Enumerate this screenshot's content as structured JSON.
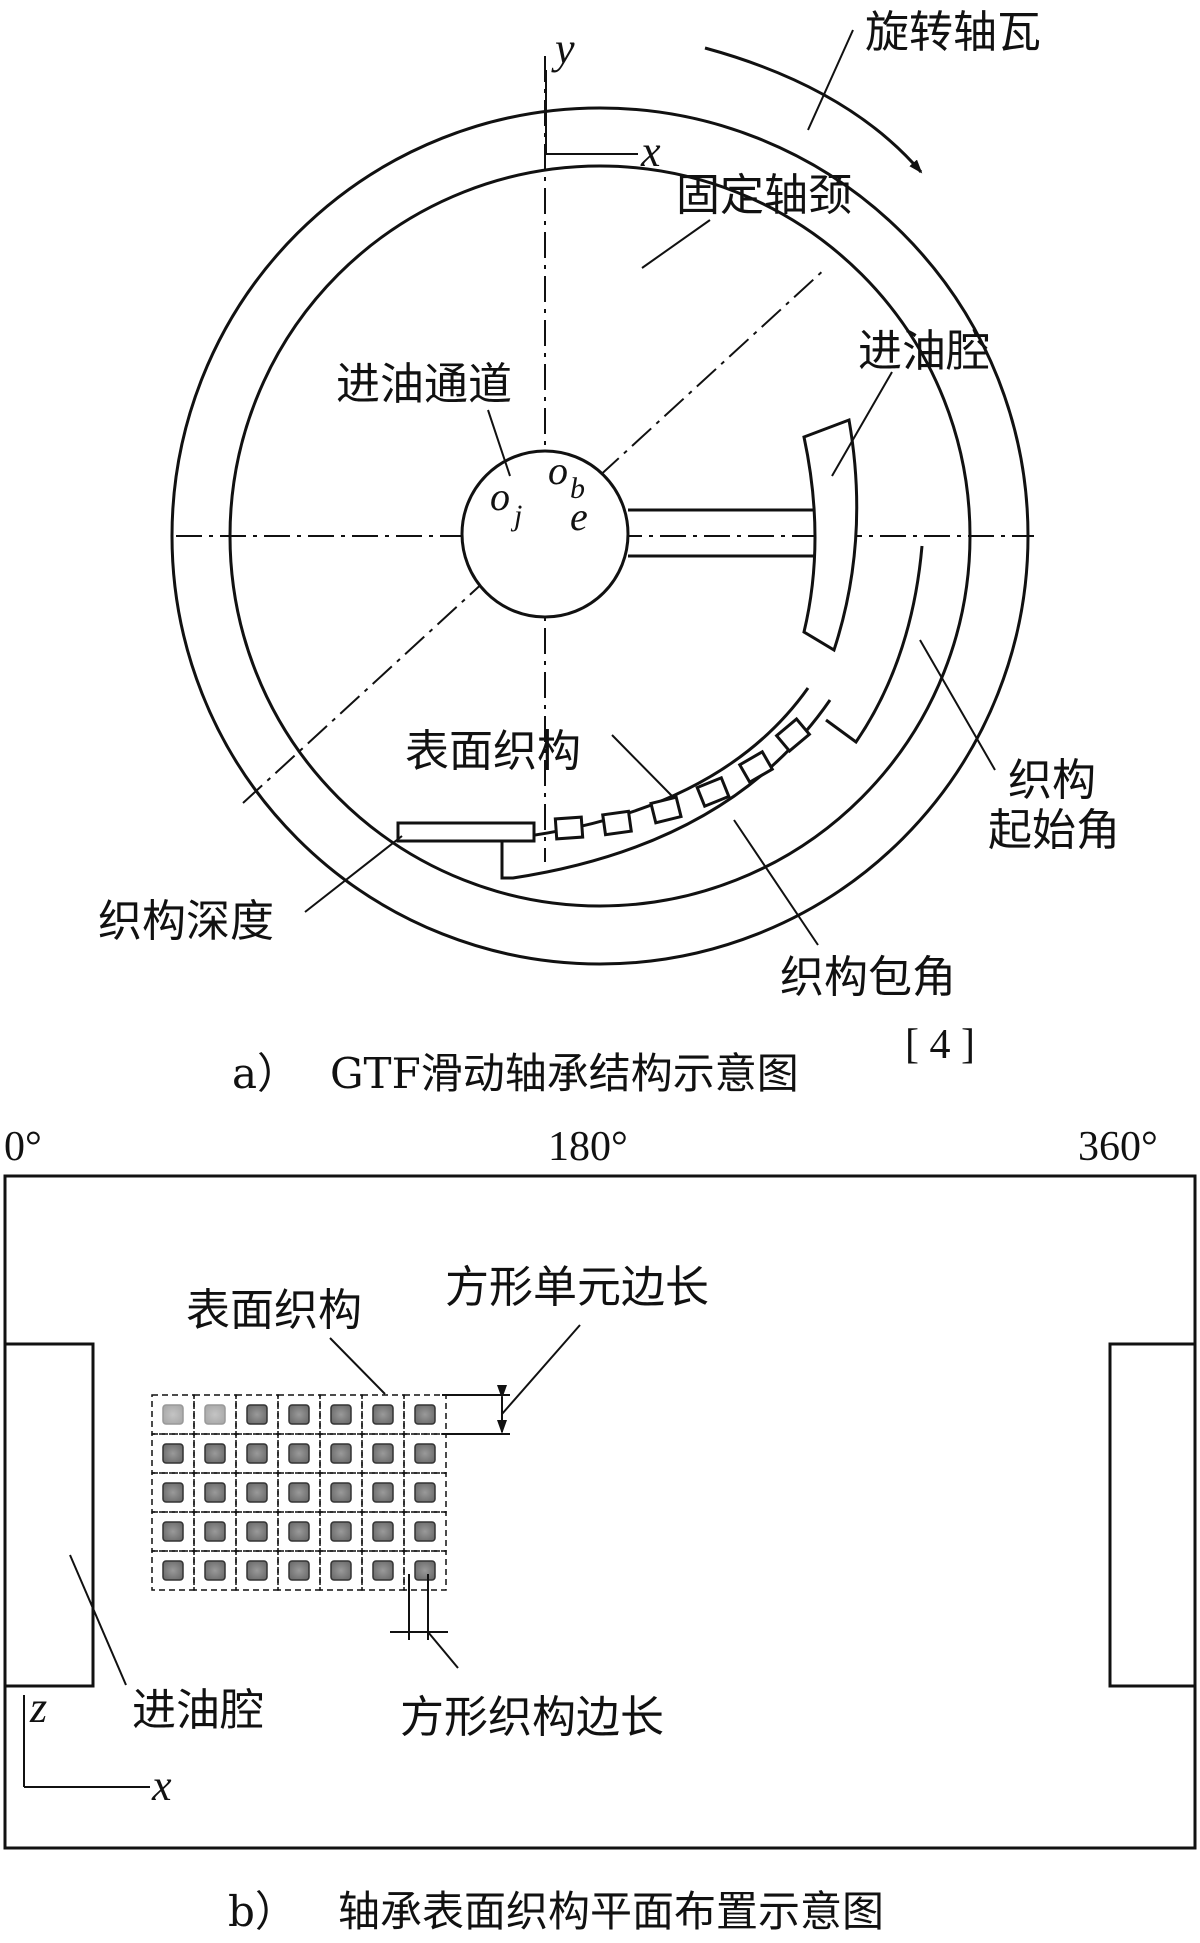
{
  "part_a": {
    "labels": {
      "rotating_bearing": "旋转轴瓦",
      "fixed_journal": "固定轴颈",
      "oil_chamber": "进油腔",
      "oil_channel": "进油通道",
      "surface_texture": "表面织构",
      "texture_start_angle_line1": "织构",
      "texture_start_angle_line2": "起始角",
      "texture_depth": "织构深度",
      "texture_wrap_angle": "织构包角"
    },
    "axes": {
      "x": "x",
      "y": "y"
    },
    "symbols": {
      "oj_main": "o",
      "oj_sub": "j",
      "ob_main": "o",
      "ob_sub": "b",
      "e": "e"
    },
    "caption": {
      "prefix": "a）",
      "text": "GTF滑动轴承结构示意图",
      "ref": "[ 4 ]"
    }
  },
  "part_b": {
    "angles": [
      "0°",
      "180°",
      "360°"
    ],
    "labels": {
      "surface_texture": "表面织构",
      "square_cell_side": "方形单元边长",
      "square_texture_side": "方形织构边长",
      "oil_chamber": "进油腔"
    },
    "axes": {
      "x": "x",
      "z": "z"
    },
    "grid": {
      "rows": 5,
      "cols": 7
    },
    "caption": {
      "prefix": "b）",
      "text": "轴承表面织构平面布置示意图"
    }
  }
}
